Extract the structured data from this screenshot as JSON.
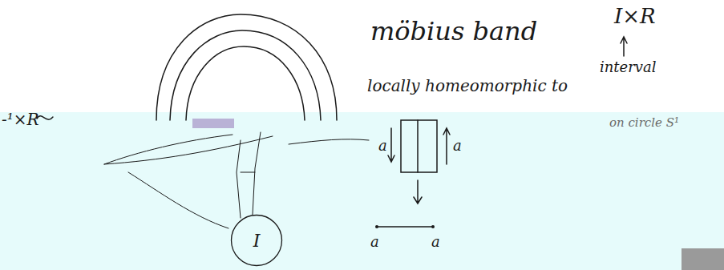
{
  "diagram": {
    "nodes": [
      {
        "text": [
          "I"
        ]
      }
    ],
    "labels": [
      "-¹×R",
      "möbius band",
      "I×R",
      "locally homeomorphic to",
      "interval",
      "on circle S¹",
      "a",
      "a",
      "a",
      "a"
    ]
  }
}
